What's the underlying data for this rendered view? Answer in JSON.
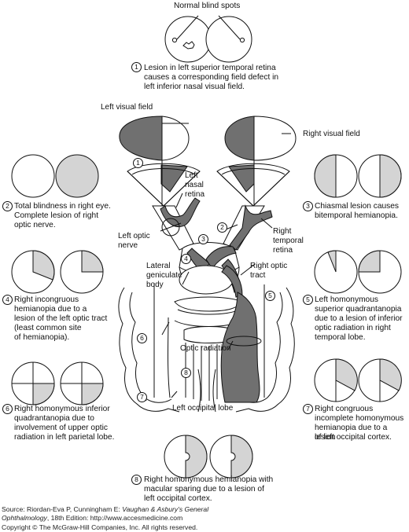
{
  "title": "Normal blind spots",
  "captions": {
    "c1": [
      "Lesion in left superior temporal retina",
      "causes a corresponding field defect in",
      "left inferior nasal visual field."
    ],
    "c2": [
      "Total blindness in right eye.",
      "Complete lesion of right",
      "optic nerve."
    ],
    "c3": [
      "Chiasmal lesion causes",
      "bitemporal hemianopia."
    ],
    "c4": [
      "Right incongruous",
      "hemianopia due to a",
      "lesion of the left optic tract",
      "(least common site",
      "of hemianopia)."
    ],
    "c5": [
      "Left homonymous",
      "superior quadrantanopia",
      "due to a lesion of inferior",
      "optic radiation in right",
      "temporal lobe."
    ],
    "c6": [
      "Right homonymous inferior",
      "quadrantanopia due to",
      "involvement of upper optic",
      "radiation in left parietal lobe."
    ],
    "c7": [
      "Right congruous",
      "incomplete homonymous",
      "hemianopia due to a lesion",
      "of left occipital cortex."
    ],
    "c8": [
      "Right homonymous hemianopia with",
      "macular sparing due to a lesion of",
      "left occipital cortex."
    ]
  },
  "numbers": {
    "n1": "1",
    "n2": "2",
    "n3": "3",
    "n4": "4",
    "n5": "5",
    "n6": "6",
    "n7": "7",
    "n8": "8"
  },
  "labels": {
    "left_visual_field": "Left visual field",
    "right_visual_field": "Right visual field",
    "left_nasal_retina": [
      "Left",
      "nasal",
      "retina"
    ],
    "right_temporal_retina": [
      "Right",
      "temporal",
      "retina"
    ],
    "left_optic_nerve": [
      "Left optic",
      "nerve"
    ],
    "right_optic_tract": [
      "Right optic",
      "tract"
    ],
    "lateral_geniculate_body": [
      "Lateral",
      "geniculate",
      "body"
    ],
    "optic_radiation": "Optic radiation",
    "left_occipital_lobe": "Left occipital lobe"
  },
  "source": {
    "prefix": "Source: Riordan-Eva P, Cunningham E: ",
    "book": "Vaughan & Asbury's General",
    "book2": "Ophthalmology",
    "suffix": ", 18th Edition: http://www.accesmedicine.com",
    "copyright": "Copyright © The McGraw-Hill Companies, Inc. All rights reserved."
  },
  "colors": {
    "defect_fill": "#d4d4d4",
    "pathway_dark": "#707070",
    "outline": "#111111"
  }
}
